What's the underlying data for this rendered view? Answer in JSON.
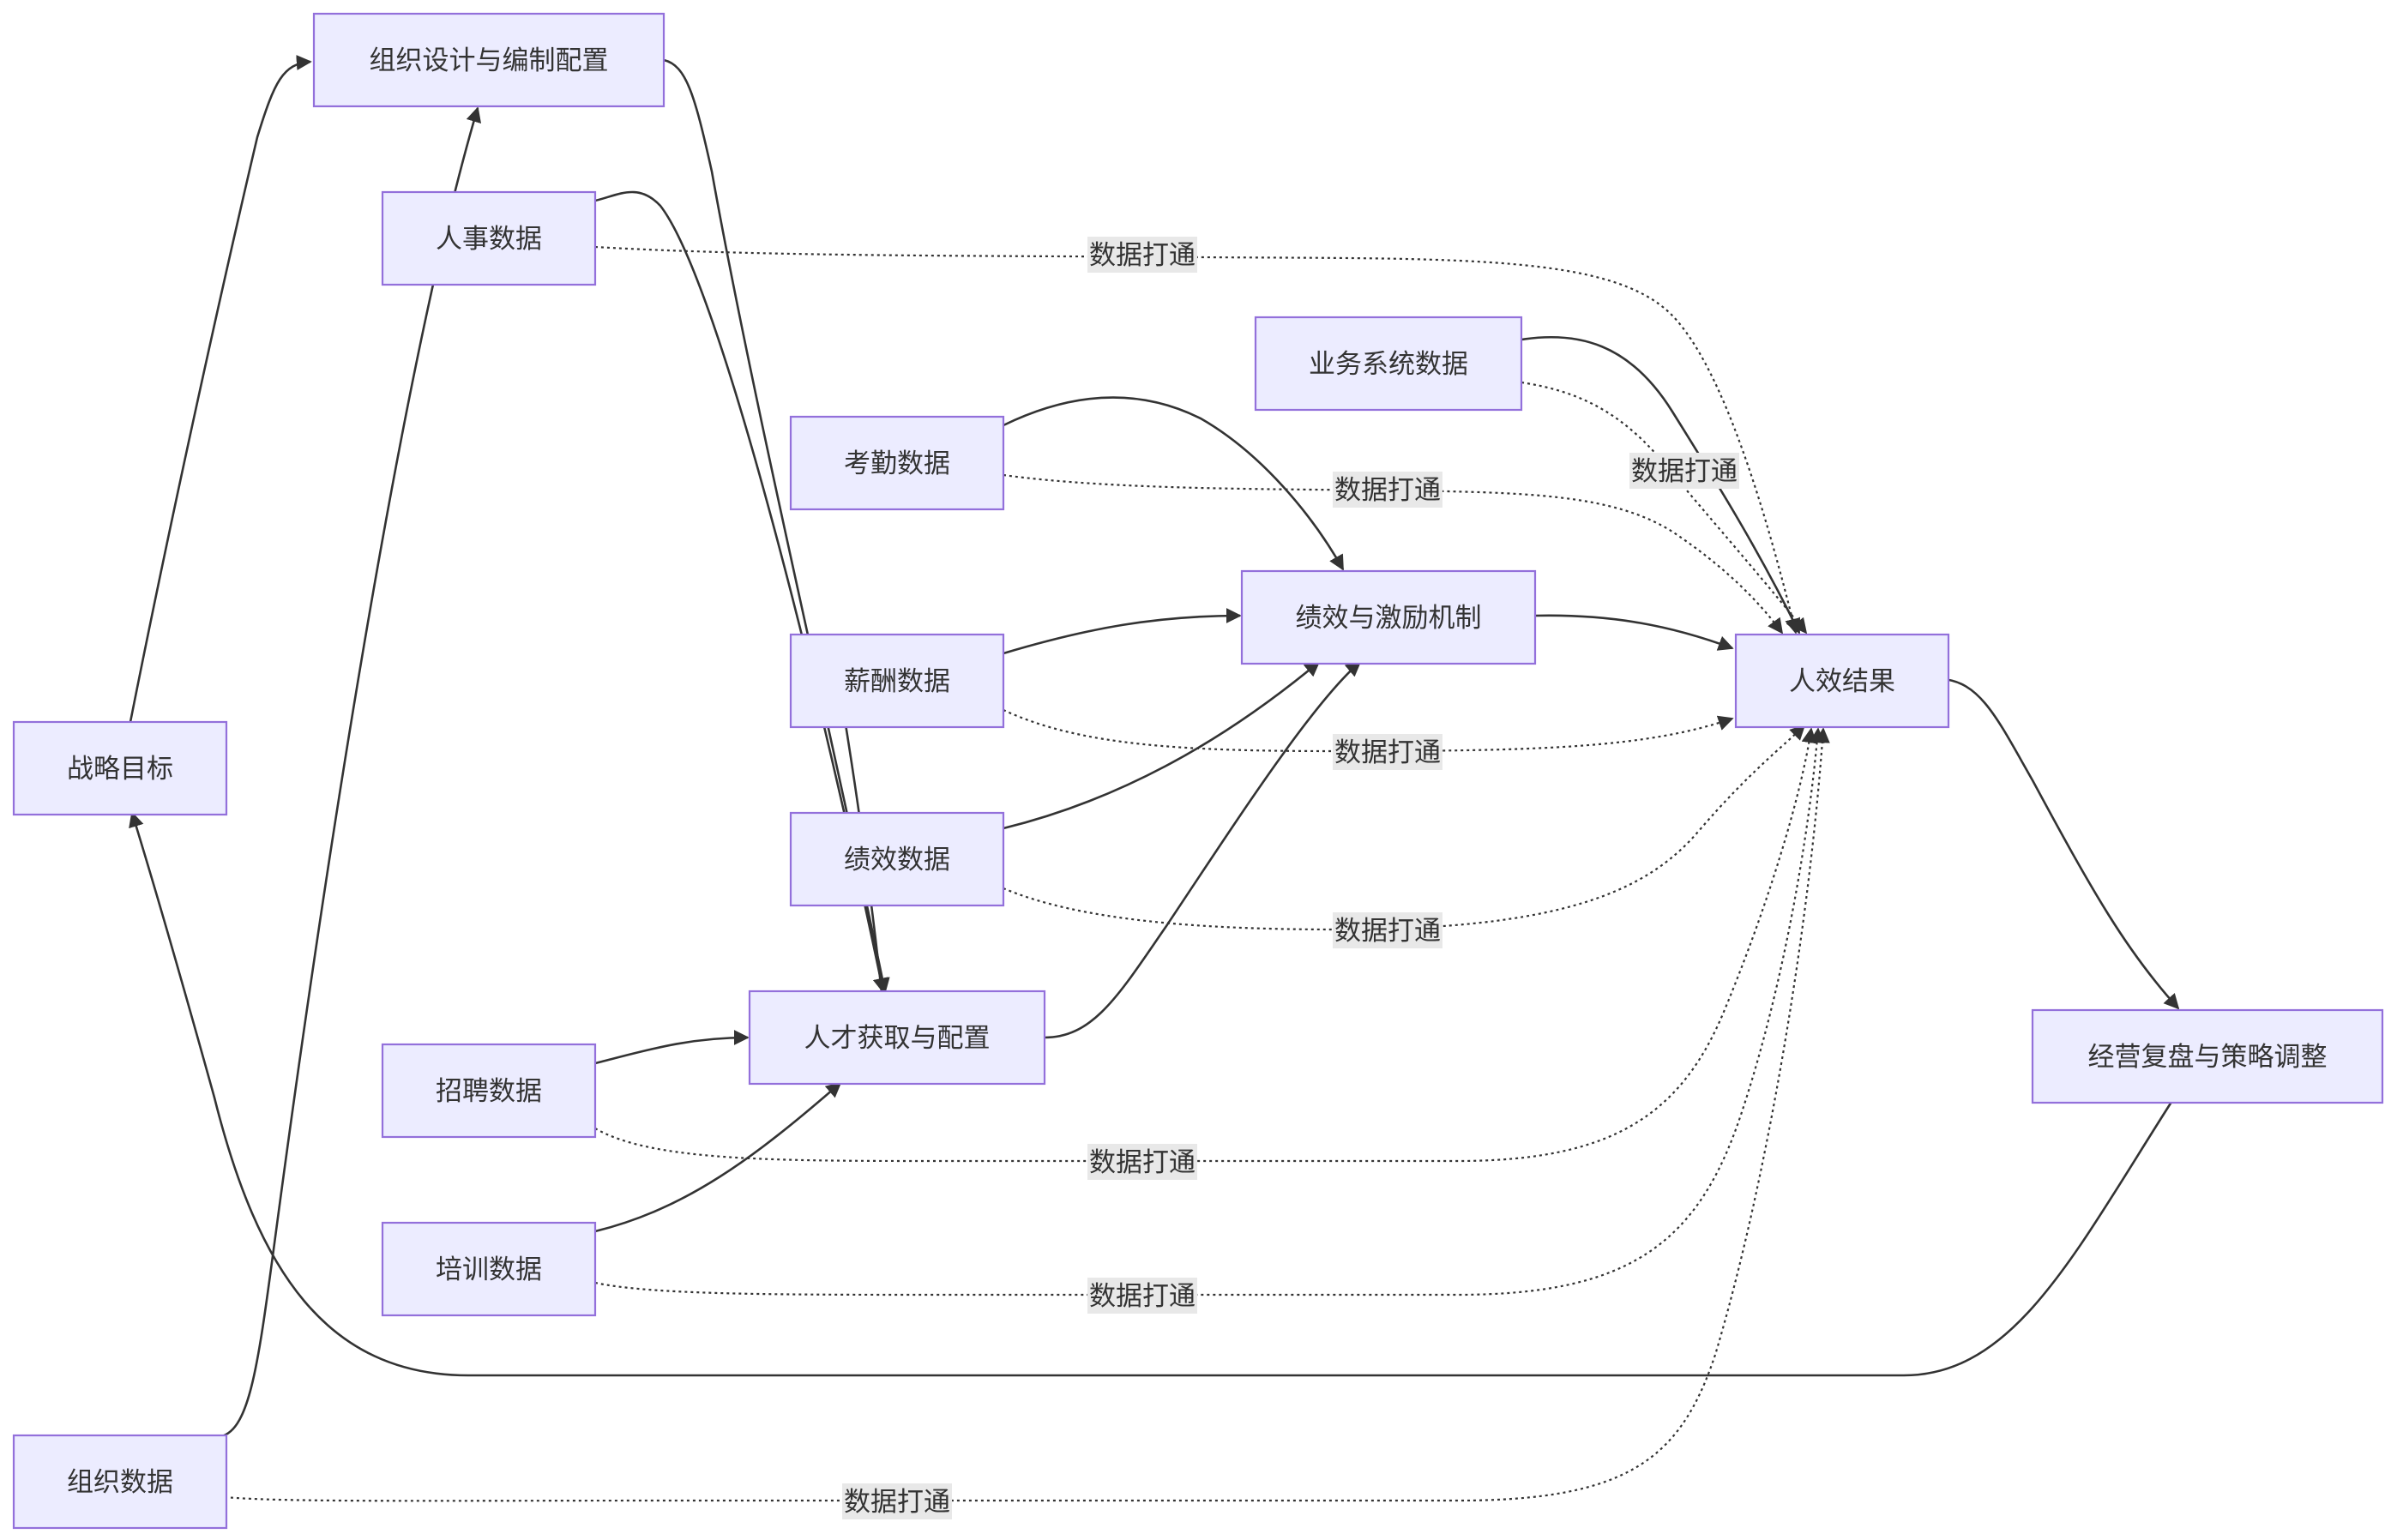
{
  "nodes": {
    "strategy": "战略目标",
    "org_design": "组织设计与编制配置",
    "talent": "人才获取与配置",
    "perf_mech": "绩效与激励机制",
    "result": "人效结果",
    "review": "经营复盘与策略调整",
    "hr_data": "人事数据",
    "attendance": "考勤数据",
    "salary": "薪酬数据",
    "perf_data": "绩效数据",
    "recruit": "招聘数据",
    "training": "培训数据",
    "org_data": "组织数据",
    "biz_data": "业务系统数据"
  },
  "edges": {
    "data_link_label": "数据打通"
  }
}
